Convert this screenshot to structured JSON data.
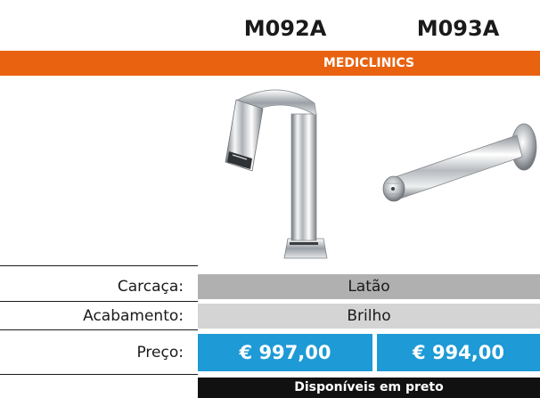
{
  "models": [
    "M092A",
    "M093A"
  ],
  "brand": "MEDICLINICS",
  "rows": {
    "carcaca": {
      "label": "Carcaça:",
      "value": "Latão"
    },
    "acabamento": {
      "label": "Acabamento:",
      "value": "Brilho"
    },
    "preco": {
      "label": "Preço:",
      "values": [
        "€ 997,00",
        "€ 994,00"
      ]
    }
  },
  "footer": "Disponíveis em preto",
  "colors": {
    "brand_bar": "#e8620f",
    "price_bg": "#1e9ad6",
    "carcaca_bg": "#b0b0b0",
    "acabamento_bg": "#d4d4d4",
    "footer_bg": "#111111"
  }
}
